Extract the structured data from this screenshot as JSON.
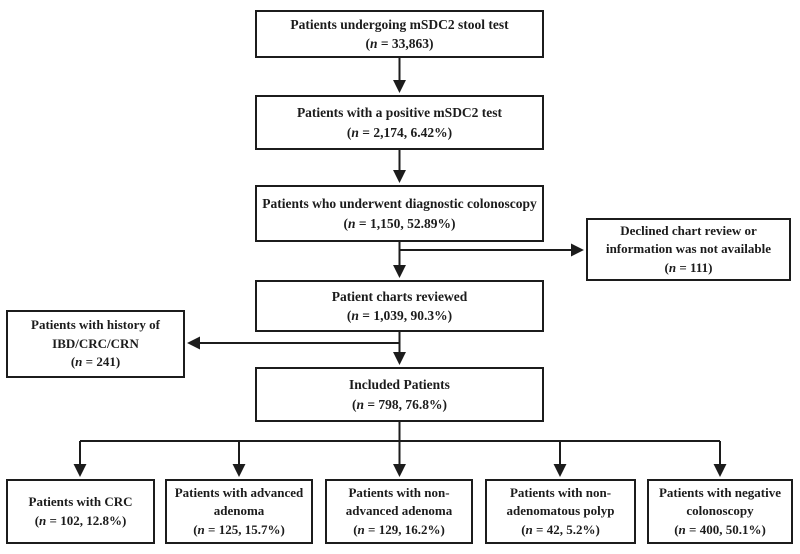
{
  "figure": {
    "type": "flowchart",
    "description": "Patient selection flow diagram for mSDC2 stool test study"
  },
  "colors": {
    "border": "#1c1c1c",
    "text": "#1c1c1c",
    "arrow": "#1c1c1c",
    "background": "#ffffff"
  },
  "boxes": {
    "stool_test": {
      "title": "Patients undergoing mSDC2 stool test",
      "stat": "(n = 33,863)"
    },
    "positive_test": {
      "title": "Patients with a positive mSDC2 test",
      "stat": "(n = 2,174, 6.42%)"
    },
    "colonoscopy": {
      "title": "Patients who underwent diagnostic colonoscopy",
      "stat": "(n = 1,150, 52.89%)"
    },
    "declined": {
      "title": "Declined chart review or information was not available",
      "stat": "(n = 111)"
    },
    "charts_reviewed": {
      "title": "Patient charts reviewed",
      "stat": "(n = 1,039, 90.3%)"
    },
    "history": {
      "title": "Patients with history of IBD/CRC/CRN",
      "stat": "(n = 241)"
    },
    "included": {
      "title": "Included Patients",
      "stat": "(n = 798, 76.8%)"
    },
    "crc": {
      "title": "Patients with CRC",
      "stat": "(n = 102, 12.8%)"
    },
    "advanced_adenoma": {
      "title": "Patients with advanced adenoma",
      "stat": "(n = 125, 15.7%)"
    },
    "non_advanced_adenoma": {
      "title": "Patients with non-advanced adenoma",
      "stat": "(n = 129, 16.2%)"
    },
    "non_adenomatous_polyp": {
      "title": "Patients with non-adenomatous polyp",
      "stat": "(n = 42, 5.2%)"
    },
    "negative_colonoscopy": {
      "title": "Patients with negative colonoscopy",
      "stat": "(n = 400, 50.1%)"
    }
  },
  "edges": [
    {
      "from": "stool_test",
      "to": "positive_test"
    },
    {
      "from": "positive_test",
      "to": "colonoscopy"
    },
    {
      "from": "colonoscopy",
      "to": "charts_reviewed"
    },
    {
      "from": "colonoscopy",
      "to": "declined",
      "side": "right"
    },
    {
      "from": "charts_reviewed",
      "to": "included"
    },
    {
      "from": "charts_reviewed",
      "to": "history",
      "side": "left"
    },
    {
      "from": "included",
      "to": "crc"
    },
    {
      "from": "included",
      "to": "advanced_adenoma"
    },
    {
      "from": "included",
      "to": "non_advanced_adenoma"
    },
    {
      "from": "included",
      "to": "non_adenomatous_polyp"
    },
    {
      "from": "included",
      "to": "negative_colonoscopy"
    }
  ]
}
